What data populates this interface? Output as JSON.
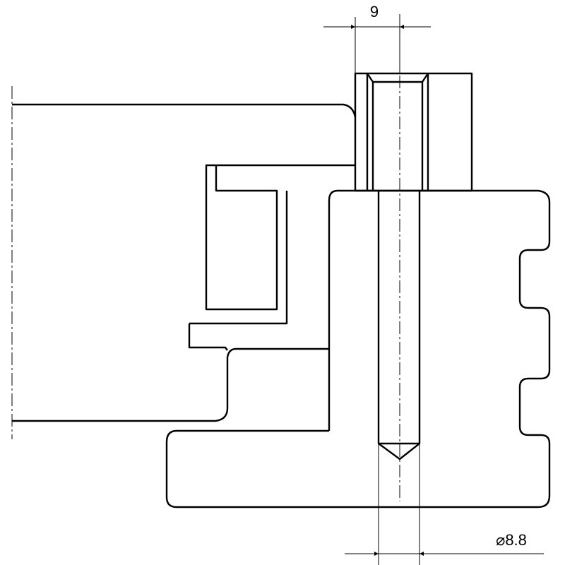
{
  "drawing": {
    "dimensions": [
      {
        "id": "top-width",
        "label": "9"
      },
      {
        "id": "bore-diameter",
        "label": "⌀8.8"
      }
    ]
  }
}
